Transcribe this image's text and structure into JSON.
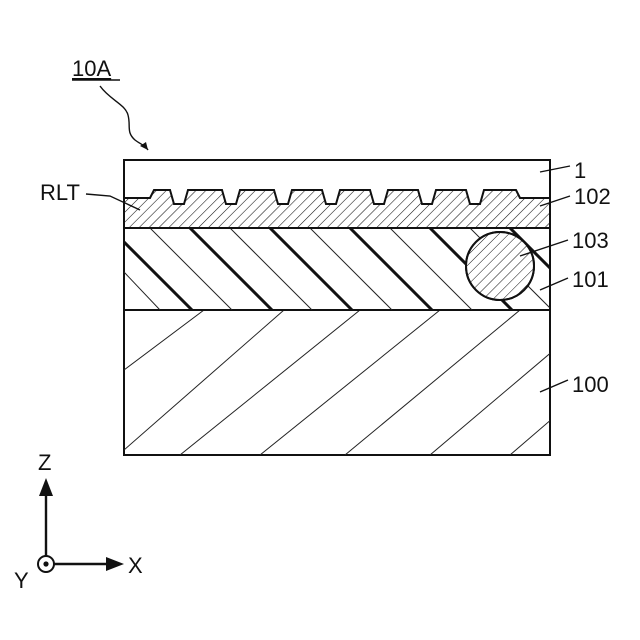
{
  "figure": {
    "title_ref": "10A",
    "labels": {
      "top_layer": "1",
      "relief_layer": "102",
      "particle": "103",
      "middle_layer": "101",
      "substrate": "100",
      "relief_structure": "RLT"
    },
    "axes": {
      "z": "Z",
      "x": "X",
      "y": "Y"
    }
  }
}
